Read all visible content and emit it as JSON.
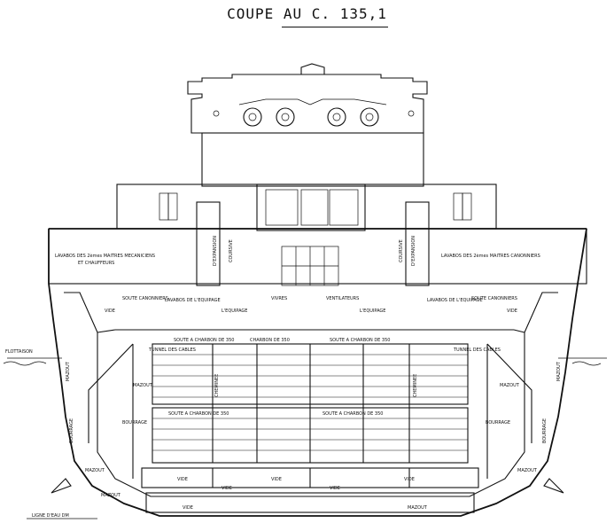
{
  "title": "COUPE AU C. 135,1",
  "labels": {
    "lavabos_left": "LAVABOS DES 2èmes MAITRES MECANICIENS",
    "lavabos_left_2": "ET CHAUFFEURS",
    "lavabos_right": "LAVABOS DES 2èmes MAITRES CANONNIERS",
    "expansion_left": "D'EXPANSION",
    "expansion_right": "D'EXPANSION",
    "coursive_left": "COURSIVE",
    "coursive_right": "COURSIVE",
    "soute_canonniers_left": "SOUTE CANONNIERS",
    "soute_canonniers_right": "SOUTE CANONNIERS",
    "vide_upper_left": "VIDE",
    "vide_upper_right": "VIDE",
    "lavabos_equipage_left": "LAVABOS DE L'EQUIPAGE",
    "lavabos_equipage_right": "LAVABOS DE L'EQUIPAGE",
    "cuisine_left": "L'EQUIPAGE",
    "cuisine_right": "L'EQUIPAGE",
    "vivres": "VIVRES",
    "ventilateurs": "VENTILATEURS",
    "flottaison": "FLOTTAISON",
    "tunnel_left": "TUNNEL DES CABLES",
    "tunnel_right": "TUNNEL DES CABLES",
    "soute_charbon_top": "SOUTE A CHARBON DE 350",
    "charbon_350_top_mid": "CHARBON DE 350",
    "soute_charbon_top_right": "SOUTE A CHARBON DE 350",
    "cheminee_left": "CHEMINEE",
    "cheminee_right": "CHEMINEE",
    "soute_charbon_bottom_left": "SOUTE A CHARBON DE 350",
    "soute_charbon_bottom_right": "SOUTE A CHARBON DE 350",
    "mazout_left": "MAZOUT",
    "mazout_right": "MAZOUT",
    "bourrage_left": "BOURRAGE",
    "bourrage_right": "BOURRAGE",
    "bourrage_side_left": "BOURRAGE",
    "bourrage_side_right": "BOURRAGE",
    "mazout_side_left": "MAZOUT",
    "mazout_side_right": "MAZOUT",
    "mazout_bottom_left": "MAZOUT",
    "mazout_bottom_right": "MAZOUT",
    "mazout_keel_left": "MAZOUT",
    "mazout_keel_right": "MAZOUT",
    "vide_left": "VIDE",
    "vide_mid": "VIDE",
    "vide_right": "VIDE",
    "vide_bottom_left": "VIDE",
    "vide_bottom_mid": "VIDE",
    "vide_bottom_right": "VIDE",
    "ligne_eau": "LIGNE D'EAU DM"
  }
}
